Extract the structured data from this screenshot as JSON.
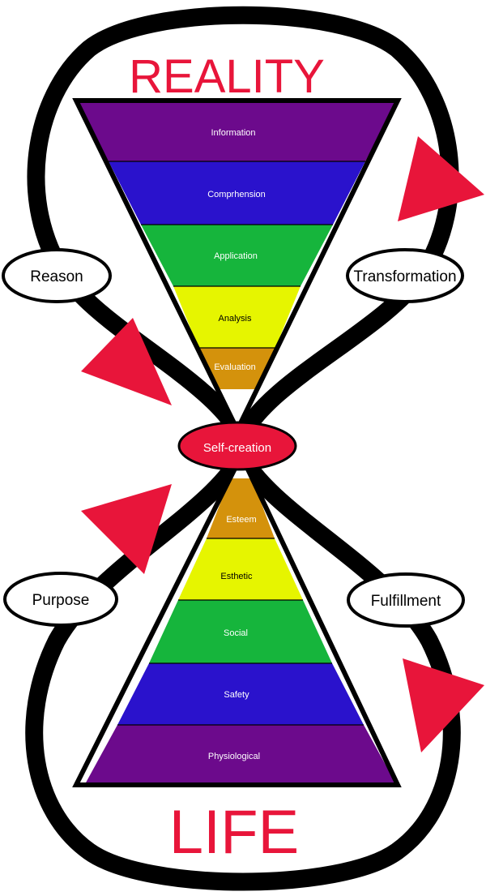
{
  "titles": {
    "top": "REALITY",
    "bottom": "LIFE"
  },
  "top_funnel": {
    "layers": [
      "Information",
      "Comprhension",
      "Application",
      "Analysis",
      "Evaluation"
    ]
  },
  "bottom_pyramid": {
    "layers": [
      "Esteem",
      "Esthetic",
      "Social",
      "Safety",
      "Physiological"
    ]
  },
  "center": {
    "label": "Self-creation"
  },
  "side_labels": {
    "upper_left": "Reason",
    "upper_right": "Transformation",
    "lower_left": "Purpose",
    "lower_right": "Fulfillment"
  },
  "colors": {
    "accent_red": "#e8153a",
    "purple": "#6c0a8c",
    "blue": "#2a12cc",
    "green": "#16b53c",
    "yellow": "#e6f500",
    "orange": "#d4920c",
    "outline": "#000000"
  }
}
